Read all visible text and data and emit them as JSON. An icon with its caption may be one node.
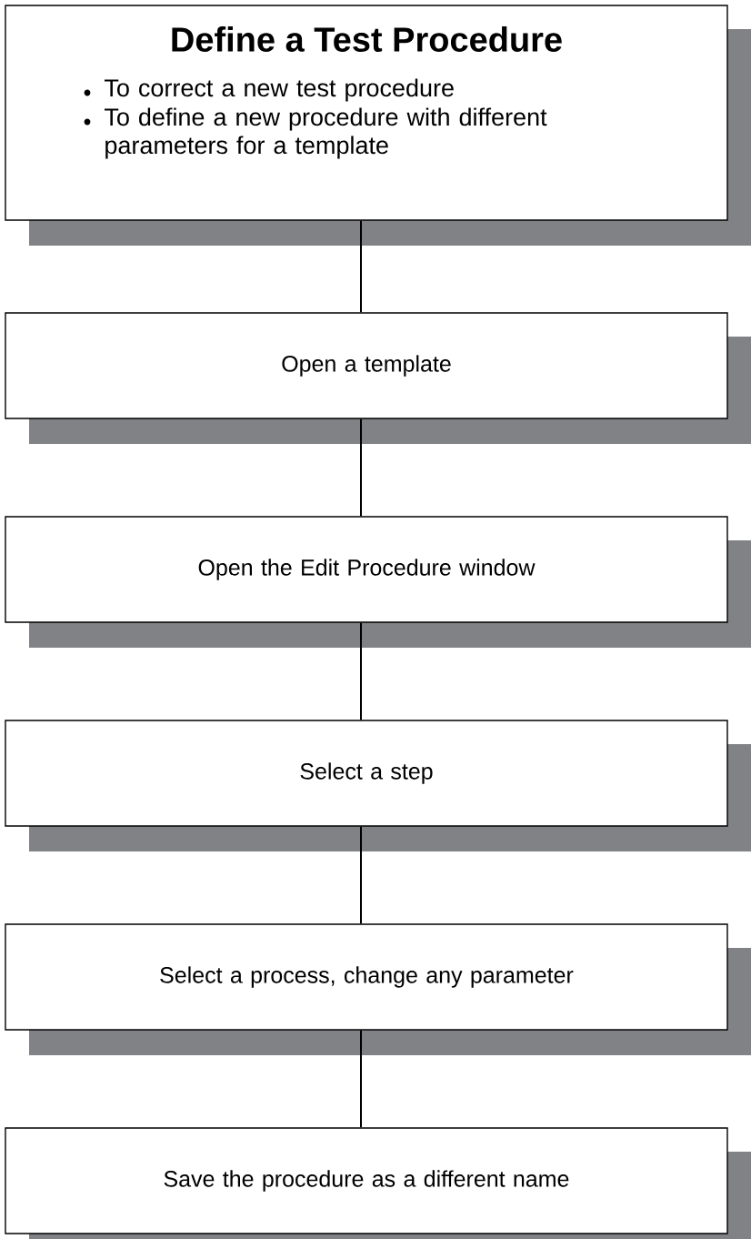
{
  "diagram": {
    "nodes": [
      {
        "text": [
          "Define a Test Procedure",
          "To correct a new test procedure",
          "To define a new procedure with different parameters for a template"
        ]
      },
      {
        "text": [
          "Open a template"
        ]
      },
      {
        "text": [
          "Open the Edit Procedure window"
        ]
      },
      {
        "text": [
          "Select a step"
        ]
      },
      {
        "text": [
          "Select a process, change any parameter"
        ]
      },
      {
        "text": [
          "Save the procedure as a different name"
        ]
      }
    ],
    "edges": [
      {
        "from": 0,
        "to": 1,
        "arrow": "none"
      },
      {
        "from": 1,
        "to": 2,
        "arrow": "none"
      },
      {
        "from": 2,
        "to": 3,
        "arrow": "none"
      },
      {
        "from": 3,
        "to": 4,
        "arrow": "none"
      },
      {
        "from": 4,
        "to": 5,
        "arrow": "none"
      }
    ]
  }
}
